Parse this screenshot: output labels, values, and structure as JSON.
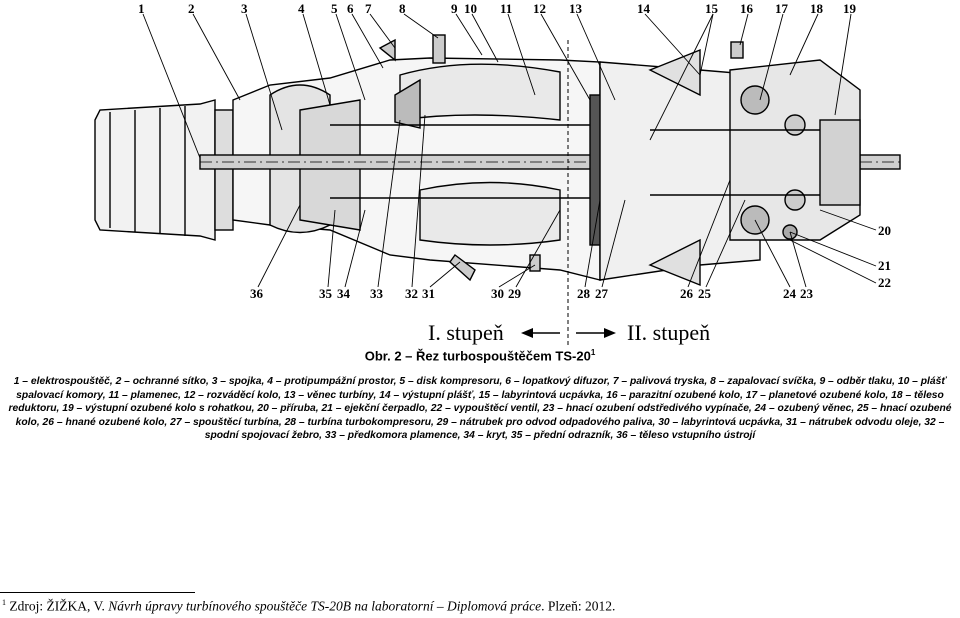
{
  "figure": {
    "callouts_top": [
      "1",
      "2",
      "3",
      "4",
      "5",
      "6",
      "7",
      "8",
      "9",
      "10",
      "11",
      "12",
      "13",
      "14",
      "15",
      "16",
      "17",
      "18",
      "19"
    ],
    "callouts_right": [
      "20",
      "21",
      "22"
    ],
    "callouts_bottom": [
      "36",
      "35",
      "34",
      "33",
      "32",
      "31",
      "30",
      "29",
      "28",
      "27",
      "26",
      "25",
      "24",
      "23"
    ],
    "stage_left": "I. stupeň",
    "stage_right": "II. stupeň"
  },
  "caption": {
    "text": "Obr. 2 – Řez turbospouštěčem TS-20",
    "sup": "1"
  },
  "legend": {
    "text": "1 – elektrospouštěč, 2 – ochranné sítko, 3 – spojka, 4 – protipumpážní prostor, 5 – disk kompresoru, 6 – lopatkový difuzor, 7 – palivová tryska, 8 – zapalovací svíčka, 9 – odběr tlaku, 10 – plášť spalovací komory, 11 – plamenec, 12 – rozváděcí kolo, 13 – věnec turbíny, 14 – výstupní plášť, 15 – labyrintová ucpávka, 16 – parazitní ozubené kolo, 17 – planetové ozubené kolo, 18 – těleso reduktoru, 19 – výstupní ozubené kolo s rohatkou, 20 – příruba, 21 – ejekční čerpadlo, 22 – vypouštěcí ventil, 23 – hnací ozubení odstředivého vypínače, 24 – ozubený věnec, 25 – hnací ozubené kolo, 26 – hnané ozubené kolo, 27 – spouštěcí turbína, 28 – turbína turbokompresoru, 29 – nátrubek pro odvod odpadového paliva, 30 – labyrintová ucpávka, 31 – nátrubek odvodu oleje, 32 – spodní spojovací žebro, 33 – předkomora plamence, 34 – kryt, 35 – přední odrazník, 36 – těleso vstupního ústrojí"
  },
  "footnote": {
    "sup": "1",
    "prefix": " Zdroj: ŽIŽKA, V. ",
    "title": "Návrh úpravy turbínového spouštěče TS-20B na laboratorní – Diplomová práce",
    "suffix": ". Plzeň: 2012."
  }
}
